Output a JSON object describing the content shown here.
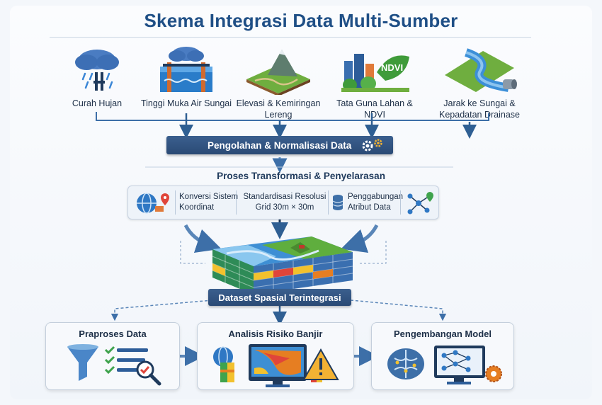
{
  "title": "Skema Integrasi Data Multi-Sumber",
  "sources": [
    {
      "label": "Curah Hujan",
      "icon": "rain-cloud-icon"
    },
    {
      "label": "Tinggi Muka Air Sungai",
      "icon": "water-level-icon"
    },
    {
      "label": "Elevasi & Kemiringan Lereng",
      "icon": "terrain-icon"
    },
    {
      "label": "Tata Guna Lahan & NDVI",
      "icon": "land-use-icon"
    },
    {
      "label": "Jarak ke Sungai & Kepadatan Drainase",
      "icon": "river-icon"
    }
  ],
  "ndvi_badge": "NDVI",
  "processing_label": "Pengolahan & Normalisasi Data",
  "transform_title": "Proses Transformasi & Penyelarasan",
  "transform_steps": [
    {
      "line1": "Konversi Sistem",
      "line2": "Koordinat"
    },
    {
      "line1": "Standardisasi Resolusi",
      "line2": "Grid 30m × 30m"
    },
    {
      "line1": "Penggabungan",
      "line2": "Atribut Data"
    }
  ],
  "dataset_label": "Dataset Spasial Terintegrasi",
  "outputs": [
    {
      "title": "Praproses Data"
    },
    {
      "title": "Analisis Risiko Banjir"
    },
    {
      "title": "Pengembangan Model"
    }
  ],
  "colors": {
    "accent": "#2a4a75",
    "title": "#1f4f86",
    "arrow": "#2f5f93"
  }
}
